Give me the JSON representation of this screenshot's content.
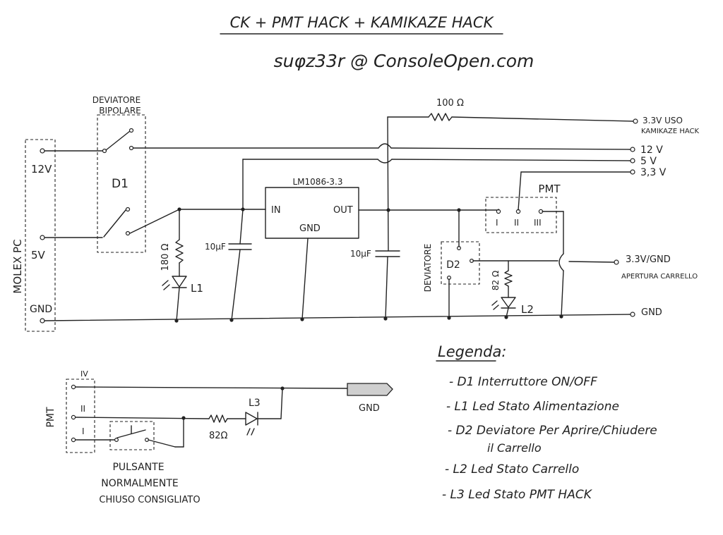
{
  "header": {
    "title": "CK + PMT HACK + KAMIKAZE HACK",
    "author": "suφz33r @ ConsoleOpen.com"
  },
  "molex": {
    "label": "MOLEX PC",
    "pin_12v": "12V",
    "pin_5v": "5V",
    "pin_gnd": "GND"
  },
  "switch_d1": {
    "title_line1": "DEVIATORE",
    "title_line2": "BIPOLARE",
    "label": "D1"
  },
  "led_l1": {
    "resistor": "180 Ω",
    "label": "L1"
  },
  "regulator": {
    "name": "LM1086-3.3",
    "in": "IN",
    "out": "OUT",
    "gnd": "GND"
  },
  "caps": {
    "c_in": "10µF",
    "c_out": "10µF"
  },
  "resistor_top": "100 Ω",
  "outputs": {
    "kamikaze_line1": "3.3V USO",
    "kamikaze_line2": "KAMIKAZE HACK",
    "out_12v": "12 V",
    "out_5v": "5 V",
    "out_33v": "3,3 V",
    "tray_line1": "3.3V/GND",
    "tray_line2": "APERTURA CARRELLO",
    "gnd": "GND"
  },
  "pmt": {
    "title": "PMT",
    "pin1": "I",
    "pin2": "II",
    "pin3": "III"
  },
  "switch_d2": {
    "side": "DEVIATORE",
    "label": "D2"
  },
  "led_l2": {
    "resistor": "82 Ω",
    "label": "L2"
  },
  "pmt_bottom": {
    "label": "PMT",
    "pin4": "IV",
    "pin2": "II",
    "pin1": "I",
    "resistor": "82Ω",
    "led": "L3",
    "gnd": "GND",
    "button_line1": "PULSANTE",
    "button_line2": "NORMALMENTE",
    "button_line3": "CHIUSO CONSIGLIATO"
  },
  "legend": {
    "title": "Legenda:",
    "items": [
      "- D1 Interruttore ON/OFF",
      "- L1 Led Stato Alimentazione",
      "- D2 Deviatore Per Aprire/Chiudere",
      "il Carrello",
      "- L2 Led Stato Carrello",
      "- L3 Led Stato PMT HACK"
    ]
  }
}
